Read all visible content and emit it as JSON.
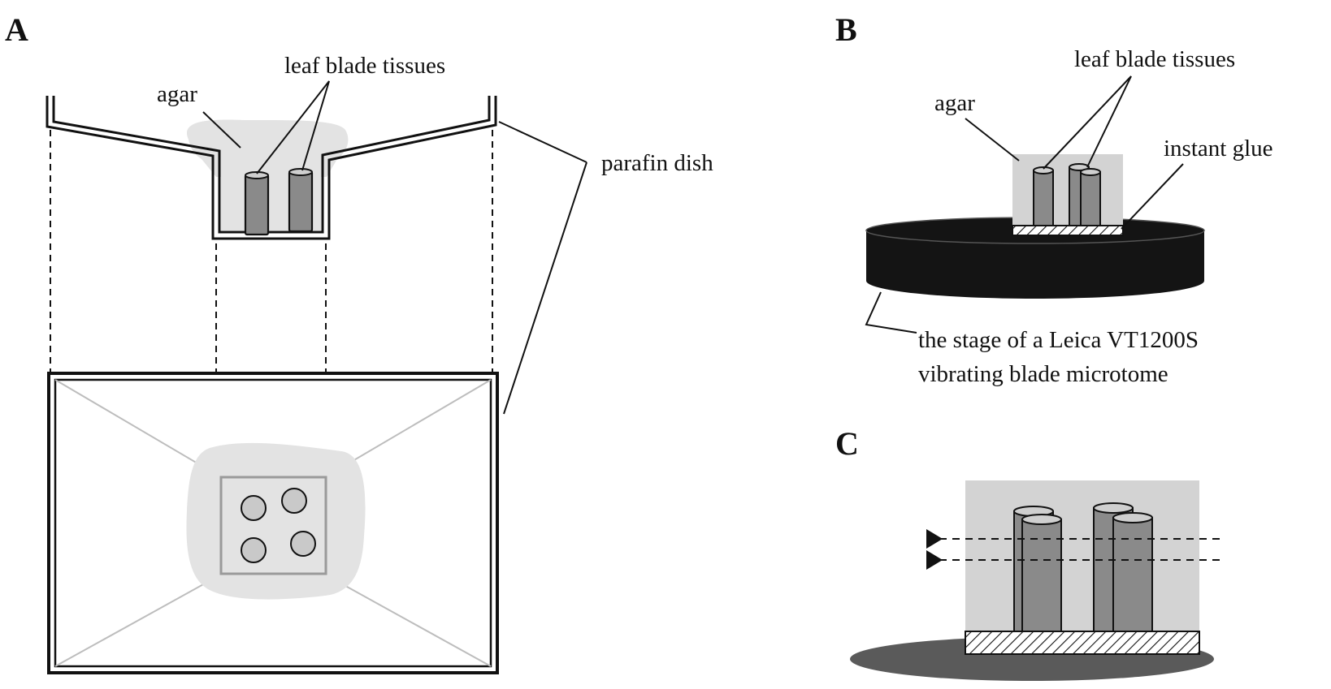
{
  "panels": {
    "a": {
      "letter": "A",
      "agar_label": "agar",
      "tissues_label": "leaf blade tissues",
      "dish_label": "parafin dish"
    },
    "b": {
      "letter": "B",
      "agar_label": "agar",
      "tissues_label": "leaf blade tissues",
      "glue_label": "instant glue",
      "stage_label_line1": "the stage of a Leica VT1200S",
      "stage_label_line2": "vibrating blade microtome"
    },
    "c": {
      "letter": "C"
    }
  },
  "colors": {
    "agar": "#e3e3e3",
    "agar_block": "#d3d3d3",
    "tissue": "#8a8a8a",
    "tissue_top": "#cfcfcf",
    "stage_dark": "#141414",
    "stage_c": "#5a5a5a",
    "dish_outline": "#111111"
  }
}
